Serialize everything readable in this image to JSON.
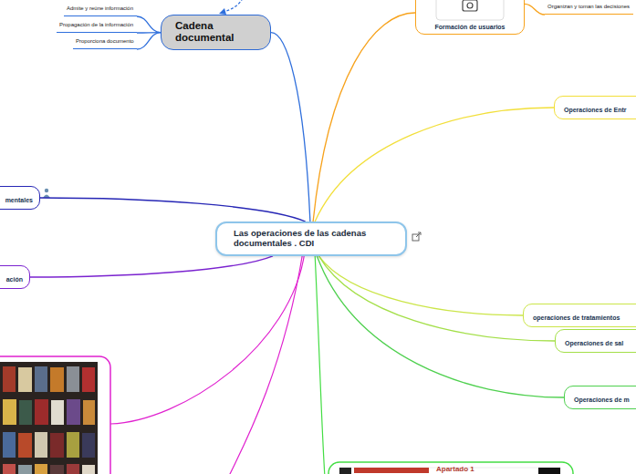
{
  "diagram": {
    "nodes": [
      {
        "text": [
          "Las operaciones de las cadenas documentales . CDI"
        ]
      },
      {
        "text": [
          "Cadena documental"
        ]
      },
      {
        "text": [
          "Admite y reúne información"
        ]
      },
      {
        "text": [
          "Propagación de la información"
        ]
      },
      {
        "text": [
          "Proporciona documento"
        ]
      },
      {
        "text": [
          "Formación de usuarios"
        ]
      },
      {
        "text": [
          "Organizan y toman las decisiones"
        ]
      },
      {
        "text": [
          "Operaciones de Entr"
        ]
      },
      {
        "text": [
          "operaciones de tratamientos"
        ]
      },
      {
        "text": [
          "Operaciones de sal"
        ]
      },
      {
        "text": [
          "Operaciones de m"
        ]
      },
      {
        "text": [
          "mentales"
        ]
      },
      {
        "text": [
          "ación"
        ]
      }
    ],
    "edges": [
      {
        "from": 0,
        "to": 1,
        "arrow": "none"
      },
      {
        "from": 0,
        "to": 5,
        "arrow": "none"
      },
      {
        "from": 0,
        "to": 7,
        "arrow": "none"
      },
      {
        "from": 0,
        "to": 8,
        "arrow": "none"
      },
      {
        "from": 0,
        "to": 9,
        "arrow": "none"
      },
      {
        "from": 0,
        "to": 10,
        "arrow": "none"
      },
      {
        "from": 0,
        "to": 11,
        "arrow": "none"
      },
      {
        "from": 0,
        "to": 12,
        "arrow": "none"
      },
      {
        "from": 1,
        "to": 2,
        "arrow": "none"
      },
      {
        "from": 1,
        "to": 3,
        "arrow": "none"
      },
      {
        "from": 1,
        "to": 4,
        "arrow": "none"
      },
      {
        "from": 5,
        "to": 6,
        "arrow": "none"
      }
    ],
    "labels": [
      "Apartado 1"
    ]
  }
}
